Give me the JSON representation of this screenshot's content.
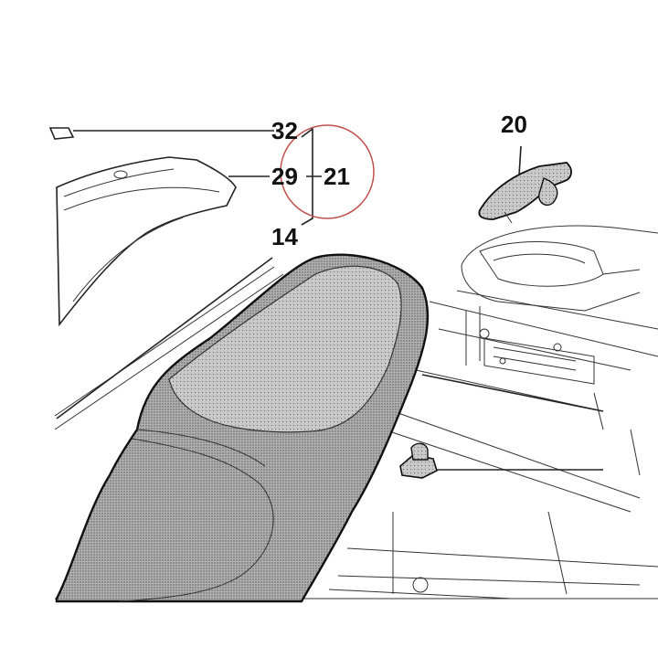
{
  "callouts": {
    "part_32": "32",
    "part_29": "29",
    "part_21": "21",
    "part_14": "14",
    "part_20": "20"
  },
  "colors": {
    "highlight_circle": "#c0504d",
    "line": "#222222",
    "seat_fill": "#9a9a9a"
  }
}
